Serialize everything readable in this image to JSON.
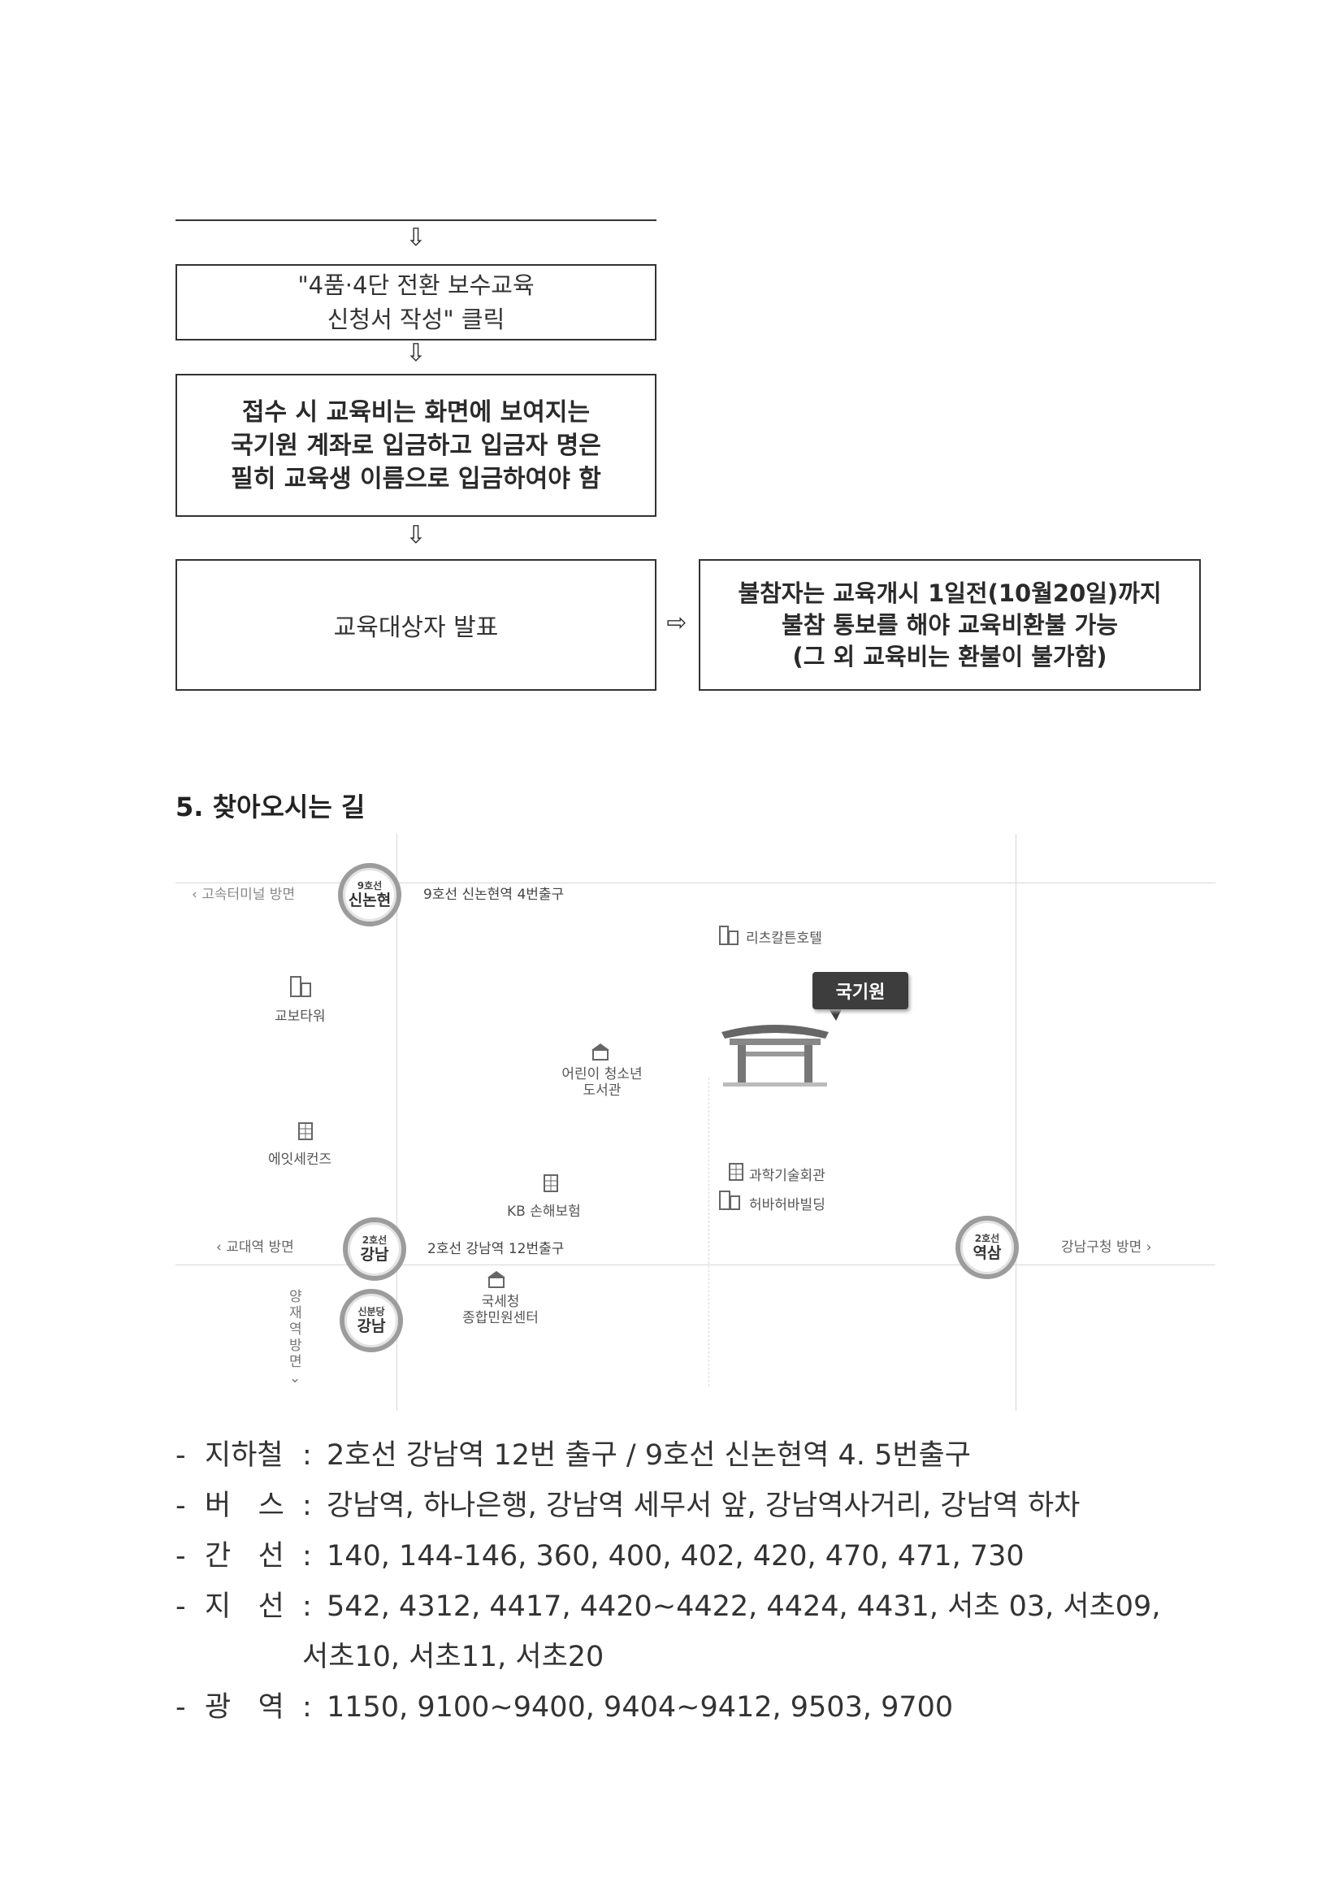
{
  "flow": {
    "arrow_down": "⇩",
    "arrow_right": "⇨",
    "step1": "\"4품·4단 전환 보수교육\n신청서 작성\" 클릭",
    "step2": "접수 시 교육비는 화면에 보여지는\n국기원 계좌로 입금하고 입금자 명은\n필히 교육생 이름으로 입금하여야 함",
    "step3": "교육대상자 발표",
    "step4": "불참자는 교육개시 1일전(10월20일)까지\n불참 통보를 해야 교육비환불 가능\n(그 외 교육비는 환불이 불가함)"
  },
  "section": {
    "title": "5. 찾아오시는 길"
  },
  "map": {
    "dir_top_left": "고속터미널 방면",
    "dir_mid_left": "교대역 방면",
    "dir_mid_right": "강남구청 방면",
    "dir_bottom_left": "양재역 방면",
    "stations": [
      {
        "line": "9호선",
        "name": "신논현"
      },
      {
        "line": "2호선",
        "name": "강남"
      },
      {
        "line": "신분당",
        "name": "강남"
      },
      {
        "line": "2호선",
        "name": "역삼"
      }
    ],
    "exit_sinnonhyeon": "9호선 신논현역 4번출구",
    "exit_gangnam": "2호선 강남역 12번출구",
    "kukkiwon": "국기원",
    "buildings": {
      "ritz": "리츠칼튼호텔",
      "kyobo": "교보타워",
      "library": "어린이 청소년\n도서관",
      "hsquare": "에잇세컨즈",
      "kb": "KB 손해보험",
      "science": "과학기술회관",
      "herbalife": "허바허바빌딩",
      "tax": "국세청\n종합민원센터"
    }
  },
  "transport": [
    {
      "dash": "-",
      "label": "지하철",
      "colon": ":",
      "value": "2호선 강남역 12번 출구 / 9호선 신논현역 4. 5번출구"
    },
    {
      "dash": "-",
      "label": "버   스",
      "colon": ":",
      "value": "강남역, 하나은행, 강남역 세무서 앞, 강남역사거리, 강남역 하차"
    },
    {
      "dash": "-",
      "label": "간   선",
      "colon": ":",
      "value": "140, 144-146, 360, 400, 402, 420, 470, 471, 730"
    },
    {
      "dash": "-",
      "label": "지   선",
      "colon": ":",
      "value": "542, 4312, 4417, 4420~4422, 4424, 4431, 서초 03, 서초09,"
    },
    {
      "dash": "",
      "label": "",
      "colon": "",
      "value": "서초10, 서초11, 서초20"
    },
    {
      "dash": "-",
      "label": "광   역",
      "colon": ":",
      "value": "1150, 9100~9400, 9404~9412, 9503, 9700"
    }
  ]
}
